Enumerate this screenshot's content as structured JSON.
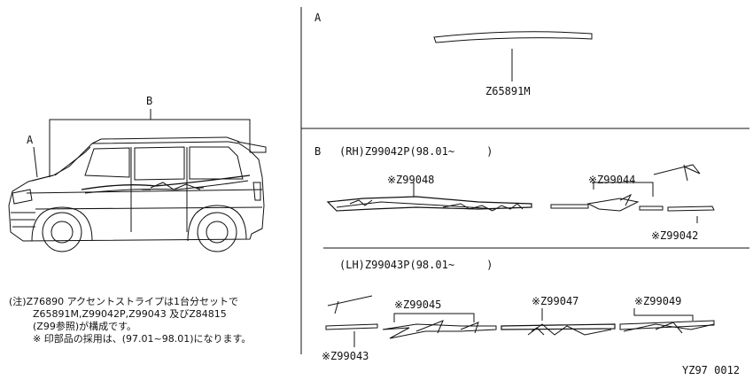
{
  "section_a": {
    "letter": "A",
    "part": "Z65891M"
  },
  "section_b": {
    "letter": "B",
    "rh_header": "(RH)Z99042P(98.01~     )",
    "lh_header": "(LH)Z99043P(98.01~     )",
    "rh_parts": [
      "※Z99048",
      "※Z99044",
      "※Z99042"
    ],
    "lh_parts": [
      "※Z99045",
      "※Z99047",
      "※Z99049",
      "※Z99043"
    ]
  },
  "vehicle": {
    "label_a": "A",
    "label_b": "B"
  },
  "notes": [
    "(注)Z76890 アクセントストライプは1台分セットで",
    "Z65891M,Z99042P,Z99043 及びZ84815",
    "(Z99参照)が構成です。",
    "※ 印部品の採用は、(97.01~98.01)になります。"
  ],
  "figure_code": "YZ97 0012"
}
